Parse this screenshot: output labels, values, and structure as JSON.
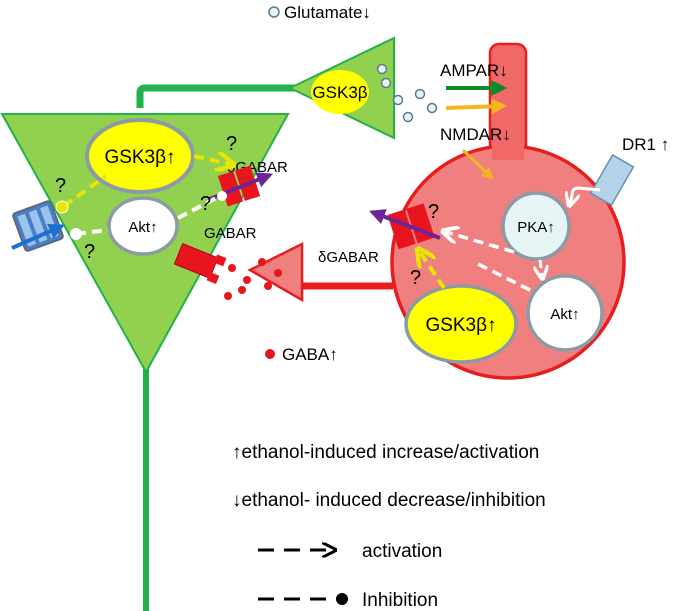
{
  "colors": {
    "neuron_green": "#92d050",
    "axon_green": "#22b14c",
    "interneuron_red": "#f08080",
    "interneuron_border": "#e81e1e",
    "spine_red": "#f06868",
    "enzyme_yellow": "#ffff00",
    "node_white": "#ffffff",
    "node_border": "#8c9aa5",
    "receptor_red": "#e8141e",
    "dr1_blue": "#b4d2ea",
    "channel_blue": "#4a7ec8",
    "arrow_green": "#0e8a28",
    "arrow_orange": "#f5b51e",
    "arrow_purple": "#6b2596",
    "arrow_blue": "#1f6fd0",
    "dash_yellow": "#e6e600"
  },
  "labels": {
    "glutamate": "Glutamate↓",
    "presyn_gsk": "GSK3β",
    "ampar": "AMPAR↓",
    "nmdar": "NMDAR↓",
    "dr1": "DR1 ↑",
    "pyr_gsk": "GSK3β↑",
    "pyr_akt": "Akt↑",
    "pyr_dgabar": "δGABAR",
    "gabar": "GABAR",
    "inter_dgabar": "δGABAR",
    "pka": "PKA↑",
    "inter_akt": "Akt↑",
    "inter_gsk": "GSK3β↑",
    "gaba": "GABA↑",
    "question": "?"
  },
  "legend": {
    "increase": "↑ethanol-induced  increase/activation",
    "decrease": "↓ethanol-  induced decrease/inhibition",
    "activation": "activation",
    "inhibition": "Inhibition"
  }
}
